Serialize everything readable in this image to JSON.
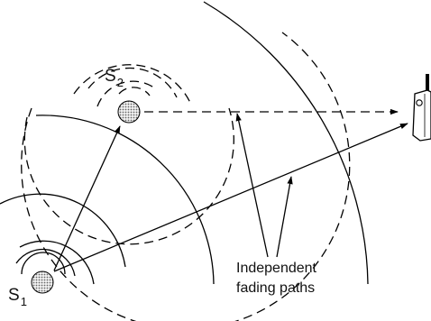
{
  "labels": {
    "s1": {
      "main": "S",
      "sub": "1"
    },
    "s2": {
      "main": "S",
      "sub": "2"
    },
    "annotation": {
      "line1": "Independent",
      "line2": "fading paths"
    }
  },
  "icons": {
    "source_1": "stippled-circle-source",
    "source_2": "stippled-circle-source",
    "receiver": "mobile-phone-icon"
  },
  "colors": {
    "stroke": "#000000",
    "text": "#111111",
    "stipple": "#777777",
    "background": "#ffffff"
  }
}
